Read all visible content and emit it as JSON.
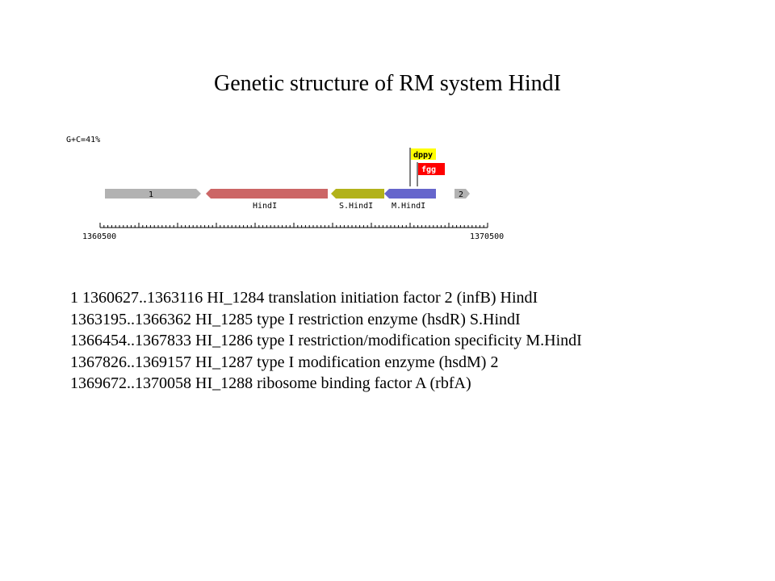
{
  "title": "Genetic structure of RM system HindI",
  "gc_label": "G+C=41%",
  "axis": {
    "start_label": "1360500",
    "end_label": "1370500"
  },
  "genes": [
    {
      "label": "1",
      "color": "#b2b2b2",
      "strand": "+"
    },
    {
      "label": "HindI",
      "color": "#cc6666",
      "strand": "-"
    },
    {
      "label": "S.HindI",
      "color": "#b2b21a",
      "strand": "-"
    },
    {
      "label": "M.HindI",
      "color": "#6666cc",
      "strand": "-"
    },
    {
      "label": "2",
      "color": "#b2b2b2",
      "strand": "+"
    }
  ],
  "markers": [
    {
      "label": "dppy",
      "color": "#ffff00"
    },
    {
      "label": "fgg",
      "color": "#ff0000"
    }
  ],
  "listing": [
    "1 1360627..1363116 HI_1284 translation initiation factor 2 (infB) HindI",
    "1363195..1366362 HI_1285 type I restriction enzyme (hsdR) S.HindI",
    "1366454..1367833 HI_1286 type I restriction/modification specificity M.HindI",
    "1367826..1369157 HI_1287 type I modification enzyme (hsdM) 2",
    "1369672..1370058 HI_1288 ribosome binding factor A (rbfA)"
  ]
}
